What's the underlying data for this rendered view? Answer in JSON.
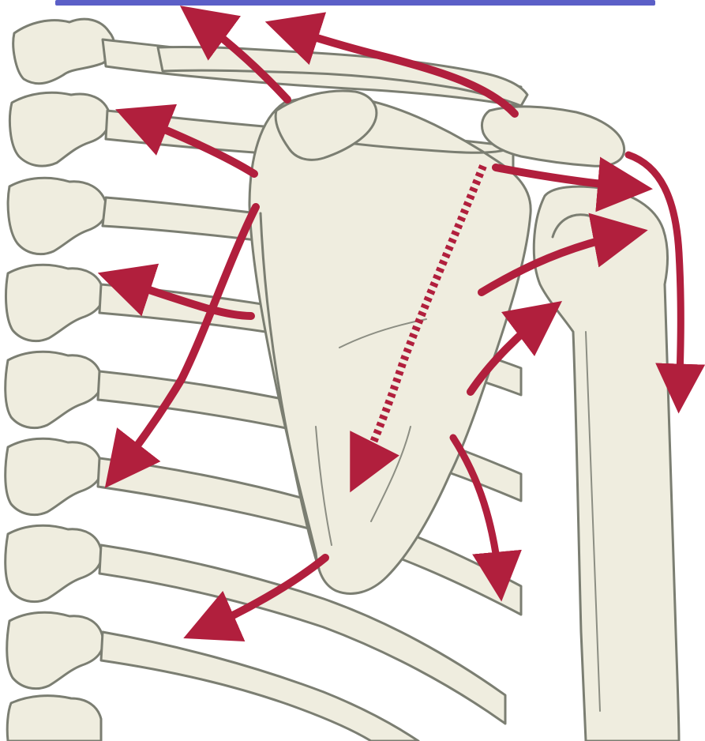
{
  "figure": {
    "background_color": "#ffffff",
    "bone_fill_color": "#efeddf",
    "bone_outline_color": "#7b7e72",
    "arrow_color": "#b11f3d",
    "title_band_color": "#5b5fc7"
  },
  "arrows": [
    {
      "name": "arrow-levator-upper",
      "style": "solid"
    },
    {
      "name": "arrow-upper-trapezius",
      "style": "solid"
    },
    {
      "name": "arrow-rhomboid-minor",
      "style": "solid"
    },
    {
      "name": "arrow-rhomboid-major",
      "style": "solid"
    },
    {
      "name": "arrow-serratus-lower",
      "style": "solid"
    },
    {
      "name": "arrow-supraspinatus-lateral",
      "style": "solid"
    },
    {
      "name": "arrow-deltoid-lateral",
      "style": "solid"
    },
    {
      "name": "arrow-infraspinatus",
      "style": "solid"
    },
    {
      "name": "arrow-teres-minor",
      "style": "solid"
    },
    {
      "name": "arrow-teres-major",
      "style": "solid"
    },
    {
      "name": "arrow-latissimus",
      "style": "solid"
    },
    {
      "name": "arrow-subscapular-dotted",
      "style": "dotted"
    }
  ]
}
